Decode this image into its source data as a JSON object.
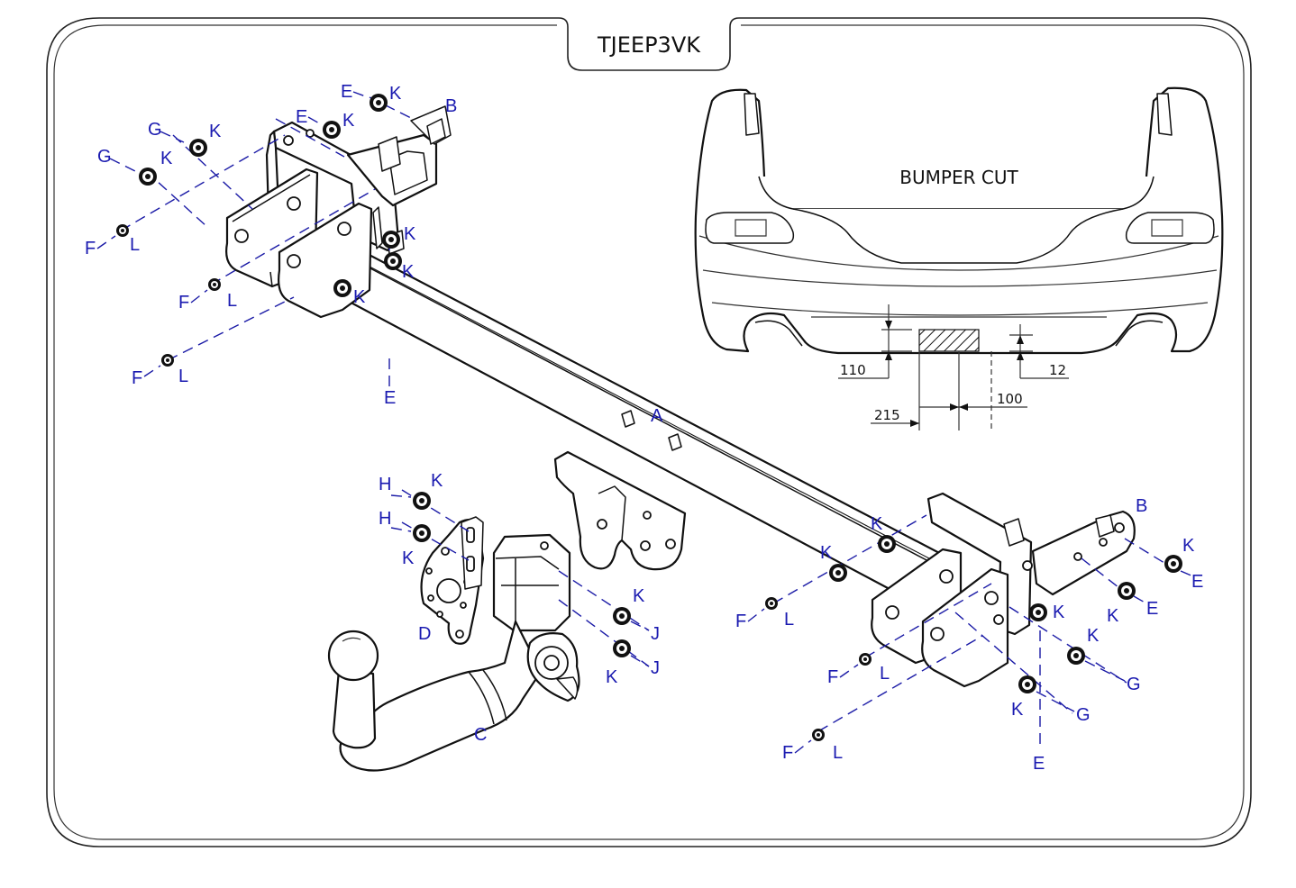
{
  "title": "TJEEP3VK",
  "bumper": {
    "caption": "BUMPER CUT",
    "dims": {
      "d110": "110",
      "d12": "12",
      "d215": "215",
      "d100": "100"
    }
  },
  "labels": {
    "A": "A",
    "B": "B",
    "C": "C",
    "D": "D",
    "E": "E",
    "F": "F",
    "G": "G",
    "H": "H",
    "J": "J",
    "K": "K",
    "L": "L"
  },
  "colors": {
    "label": "#1a1ab0",
    "line": "#111111"
  }
}
